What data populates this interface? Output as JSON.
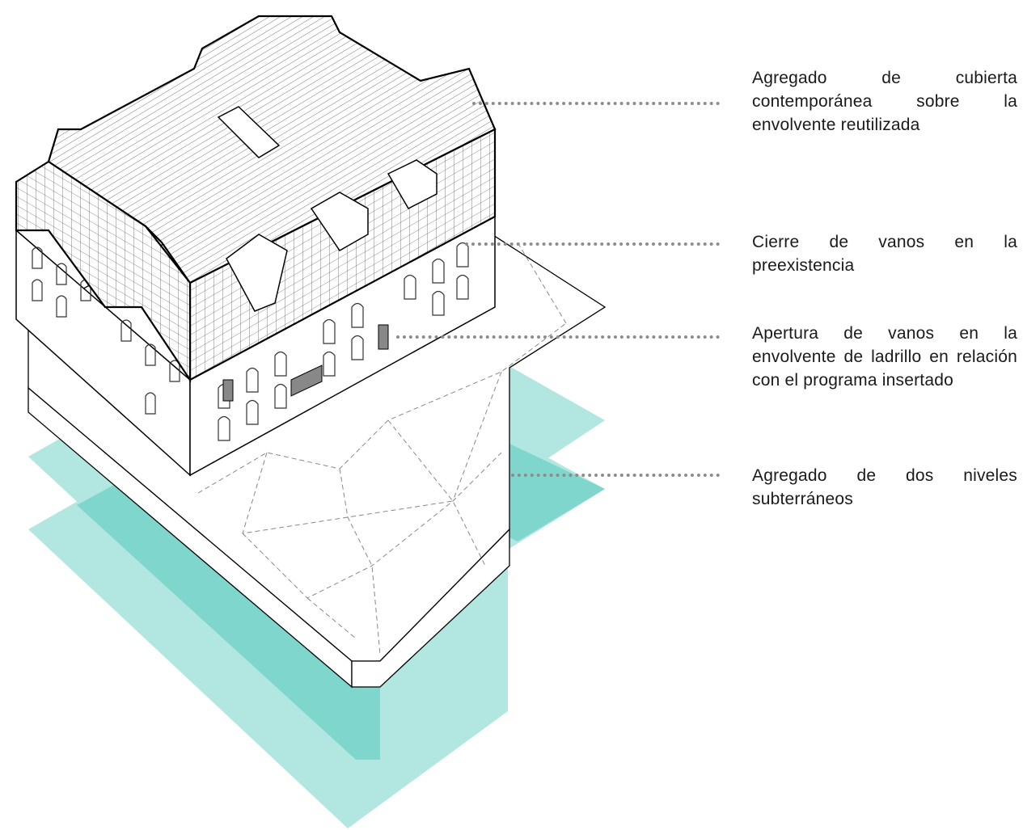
{
  "colors": {
    "teal_light": "#b2e7e1",
    "teal_dark": "#7fd6cc",
    "outline": "#000000",
    "leader": "#8c8c8c",
    "text": "#1a1a1a"
  },
  "annotations": [
    {
      "id": "roof",
      "text": "Agregado de cubierta contemporánea sobre la envolvente reutilizada"
    },
    {
      "id": "closing",
      "text": "Cierre de vanos en la preexistencia"
    },
    {
      "id": "opening",
      "text": "Apertura de vanos en la envolvente de ladrillo en relación con el programa insertado"
    },
    {
      "id": "underground",
      "text": "Agregado de dos niveles subterráneos"
    }
  ]
}
